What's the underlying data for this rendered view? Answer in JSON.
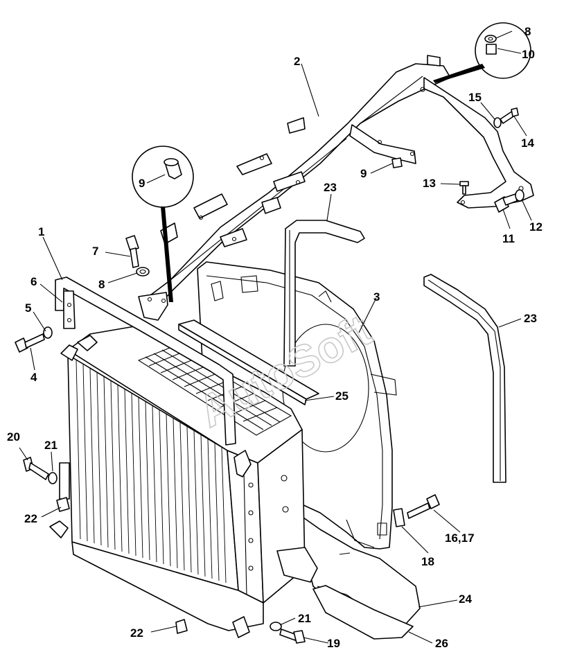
{
  "watermark": "AutoSoft",
  "callouts": [
    {
      "id": "c1",
      "text": "1"
    },
    {
      "id": "c2",
      "text": "2"
    },
    {
      "id": "c3",
      "text": "3"
    },
    {
      "id": "c4",
      "text": "4"
    },
    {
      "id": "c5",
      "text": "5"
    },
    {
      "id": "c6",
      "text": "6"
    },
    {
      "id": "c7",
      "text": "7"
    },
    {
      "id": "c8a",
      "text": "8"
    },
    {
      "id": "c8b",
      "text": "8"
    },
    {
      "id": "c9a",
      "text": "9"
    },
    {
      "id": "c9b",
      "text": "9"
    },
    {
      "id": "c10",
      "text": "10"
    },
    {
      "id": "c11",
      "text": "11"
    },
    {
      "id": "c12",
      "text": "12"
    },
    {
      "id": "c13",
      "text": "13"
    },
    {
      "id": "c14",
      "text": "14"
    },
    {
      "id": "c15",
      "text": "15"
    },
    {
      "id": "c1617",
      "text": "16,17"
    },
    {
      "id": "c18",
      "text": "18"
    },
    {
      "id": "c19",
      "text": "19"
    },
    {
      "id": "c20",
      "text": "20"
    },
    {
      "id": "c21a",
      "text": "21"
    },
    {
      "id": "c21b",
      "text": "21"
    },
    {
      "id": "c22a",
      "text": "22"
    },
    {
      "id": "c22b",
      "text": "22"
    },
    {
      "id": "c23a",
      "text": "23"
    },
    {
      "id": "c23b",
      "text": "23"
    },
    {
      "id": "c24",
      "text": "24"
    },
    {
      "id": "c25",
      "text": "25"
    },
    {
      "id": "c26",
      "text": "26"
    }
  ]
}
